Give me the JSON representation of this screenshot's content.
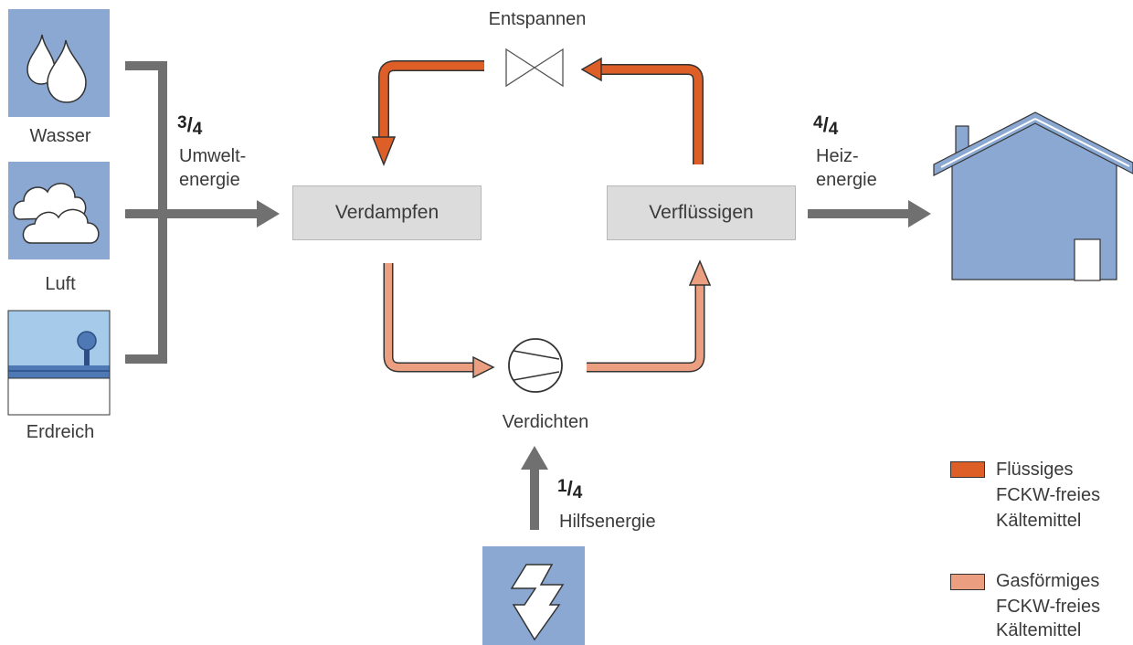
{
  "colors": {
    "liquid": "#de5e27",
    "gas": "#eb9e80",
    "energy_arrow": "#707070",
    "icon_blue": "#8aa8d2",
    "box_fill": "#dcdcdc"
  },
  "sources": {
    "water": "Wasser",
    "air": "Luft",
    "soil": "Erdreich"
  },
  "environment": {
    "numerator": "3",
    "denominator": "4",
    "label_line1": "Umwelt-",
    "label_line2": "energie"
  },
  "heating": {
    "numerator": "4",
    "denominator": "4",
    "label_line1": "Heiz-",
    "label_line2": "energie"
  },
  "auxiliary": {
    "numerator": "1",
    "denominator": "4",
    "label": "Hilfsenergie"
  },
  "cycle": {
    "evaporate": "Verdampfen",
    "condense": "Verflüssigen",
    "expand": "Entspannen",
    "compress": "Verdichten"
  },
  "legend": {
    "liquid": [
      "Flüssiges",
      "FCKW-freies",
      "Kältemittel"
    ],
    "gas": [
      "Gasförmiges",
      "FCKW-freies",
      "Kältemittel"
    ]
  }
}
